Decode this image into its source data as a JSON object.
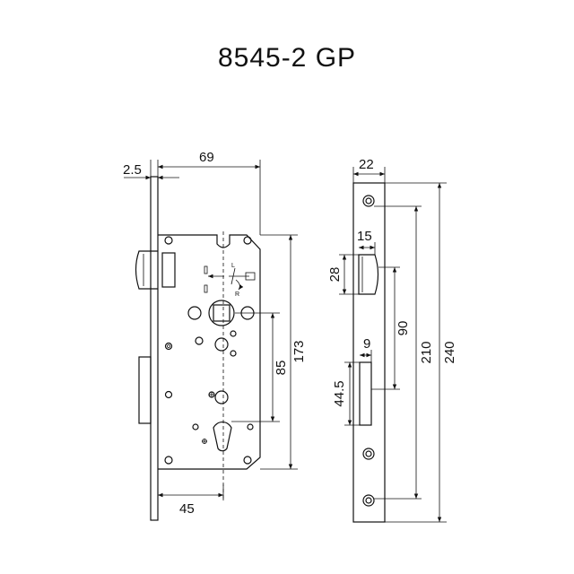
{
  "title": "8545-2 GP",
  "labels": {
    "faceplate_thickness": "2.5",
    "backset_width": "69",
    "backset": "45",
    "case_height": "173",
    "handle_to_cylinder": "85",
    "faceplate_width": "22",
    "latch_projection": "15",
    "latch_height": "28",
    "bolt_projection": "9",
    "bolt_height": "44.5",
    "latch_to_bolt": "90",
    "screw_spacing": "210",
    "faceplate_length": "240",
    "rotation_left": "L",
    "rotation_right": "R"
  }
}
